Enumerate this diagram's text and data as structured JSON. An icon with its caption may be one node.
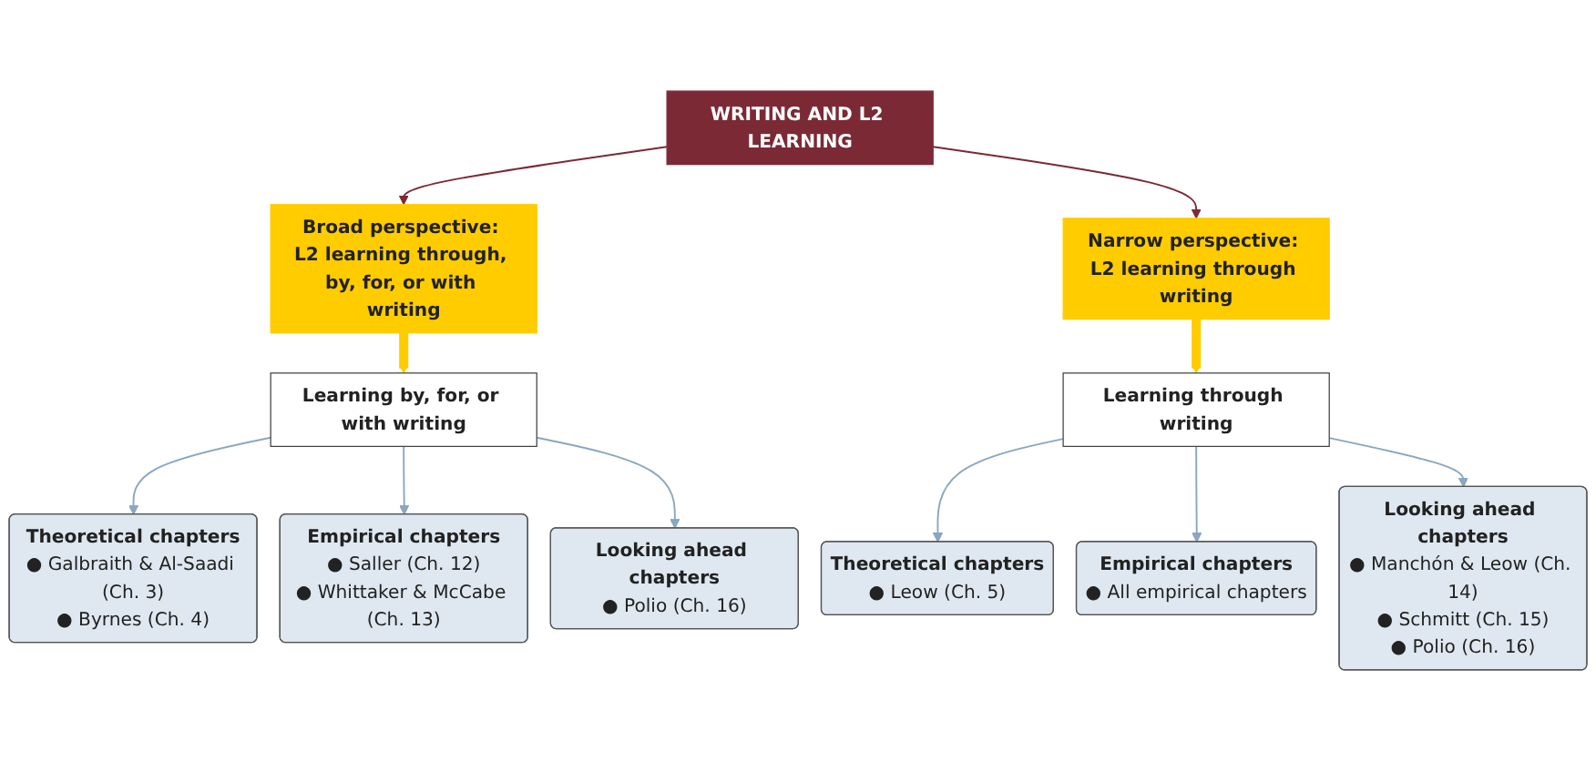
{
  "diagram": {
    "nodes": [
      {
        "text": [
          "WRITING AND L2 LEARNING"
        ]
      },
      {
        "text": [
          "Broad perspective: L2 learning through, by, for, or with writing"
        ]
      },
      {
        "text": [
          "Narrow perspective: L2 learning through writing"
        ]
      },
      {
        "text": [
          "Learning by, for, or with writing"
        ]
      },
      {
        "text": [
          "Learning through writing"
        ]
      },
      {
        "text": [
          "Theoretical chapters",
          "● Galbraith & Al-Saadi (Ch. 3)",
          "● Byrnes (Ch. 4)"
        ]
      },
      {
        "text": [
          "Empirical chapters",
          "● Saller (Ch. 12)",
          "● Whittaker & McCabe (Ch. 13)"
        ]
      },
      {
        "text": [
          "Looking ahead chapters",
          "● Polio (Ch. 16)"
        ]
      },
      {
        "text": [
          "Theoretical chapters",
          "● Leow (Ch. 5)"
        ]
      },
      {
        "text": [
          "Empirical chapters",
          "● All empirical chapters"
        ]
      },
      {
        "text": [
          "Looking ahead chapters",
          "● Manchón & Leow (Ch. 14)",
          "● Schmitt (Ch. 15)",
          "● Polio (Ch. 16)"
        ]
      }
    ],
    "edges": [
      {
        "from": 0,
        "to": 1,
        "arrow": "to",
        "color": "#7b2a35"
      },
      {
        "from": 0,
        "to": 2,
        "arrow": "to",
        "color": "#7b2a35"
      },
      {
        "from": 1,
        "to": 3,
        "arrow": "to",
        "style": "thick",
        "color": "#ffcc00"
      },
      {
        "from": 2,
        "to": 4,
        "arrow": "to",
        "style": "thick",
        "color": "#ffcc00"
      },
      {
        "from": 3,
        "to": 5,
        "arrow": "to"
      },
      {
        "from": 3,
        "to": 6,
        "arrow": "to"
      },
      {
        "from": 3,
        "to": 7,
        "arrow": "to"
      },
      {
        "from": 4,
        "to": 8,
        "arrow": "to"
      },
      {
        "from": 4,
        "to": 9,
        "arrow": "to"
      },
      {
        "from": 4,
        "to": 10,
        "arrow": "to"
      }
    ]
  }
}
